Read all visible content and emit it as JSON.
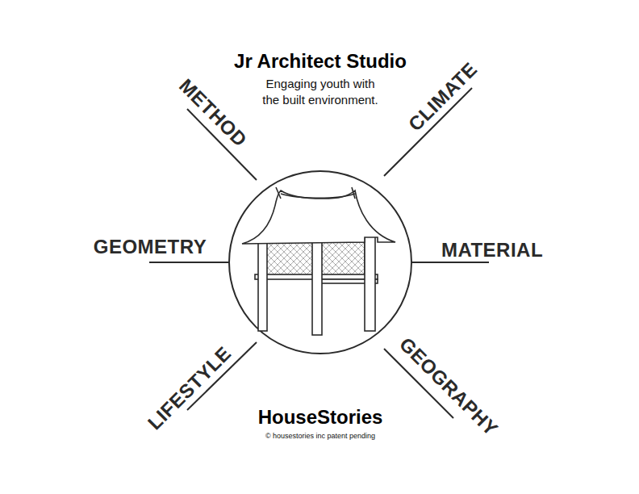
{
  "diagram": {
    "title": "Jr Architect Studio",
    "labels": [
      "Engaging youth with the built environment.",
      "METHOD",
      "CLIMATE",
      "GEOMETRY",
      "MATERIAL",
      "LIFESTYLE",
      "GEOGRAPHY",
      "HouseStories",
      "© housestories inc patent pending"
    ]
  }
}
